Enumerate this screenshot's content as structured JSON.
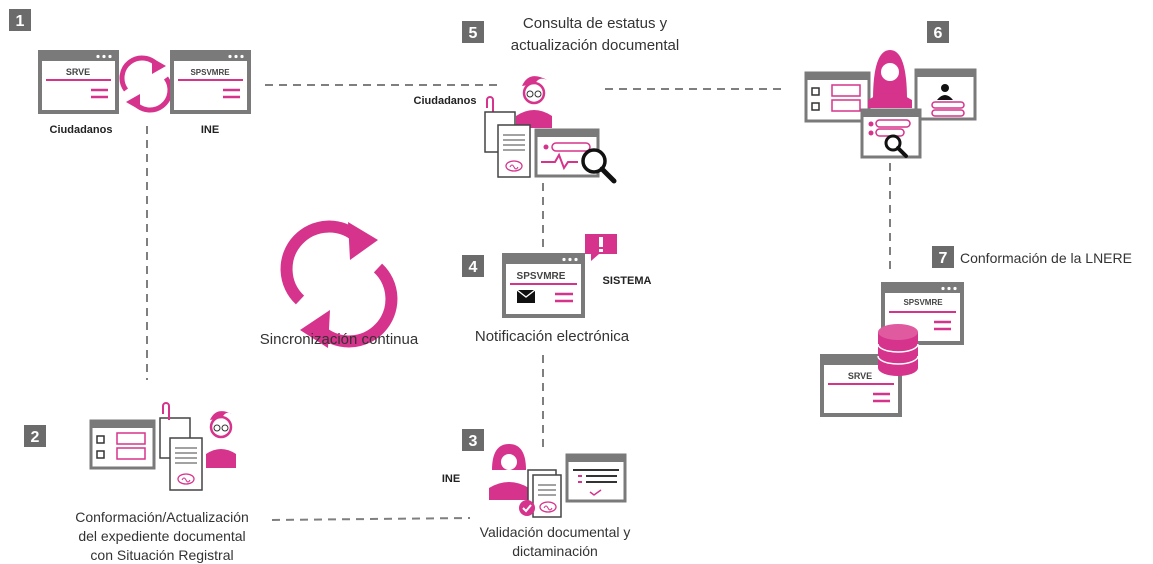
{
  "colors": {
    "accent": "#d6338c",
    "gray": "#6b6b6b",
    "frame": "#7a7a7a",
    "line": "#7f7f7f"
  },
  "steps": [
    {
      "number": "1"
    },
    {
      "number": "2",
      "label_lines": [
        "Conformación/Actualización",
        "del  expediente documental",
        "con Situación Registral"
      ]
    },
    {
      "number": "3",
      "label_lines": [
        "Validación documental y",
        "dictaminación"
      ]
    },
    {
      "number": "4",
      "label_lines": [
        "Notificación electrónica"
      ]
    },
    {
      "number": "5",
      "label_lines": [
        "Consulta de estatus y",
        "actualización documental"
      ]
    },
    {
      "number": "6"
    },
    {
      "number": "7",
      "label_lines": [
        "Conformación de la LNERE"
      ]
    }
  ],
  "actors": {
    "ciudadanos_1": "Ciudadanos",
    "ine_1": "INE",
    "ciudadanos_5": "Ciudadanos",
    "sistema_4": "SISTEMA",
    "ine_3": "INE"
  },
  "windows": {
    "srve_1": "SRVE",
    "spsvmre_1": "SPSVMRE",
    "spsvmre_4": "SPSVMRE",
    "spsvmre_7": "SPSVMRE",
    "srve_7": "SRVE"
  },
  "sync_label": "Sincronización continua"
}
